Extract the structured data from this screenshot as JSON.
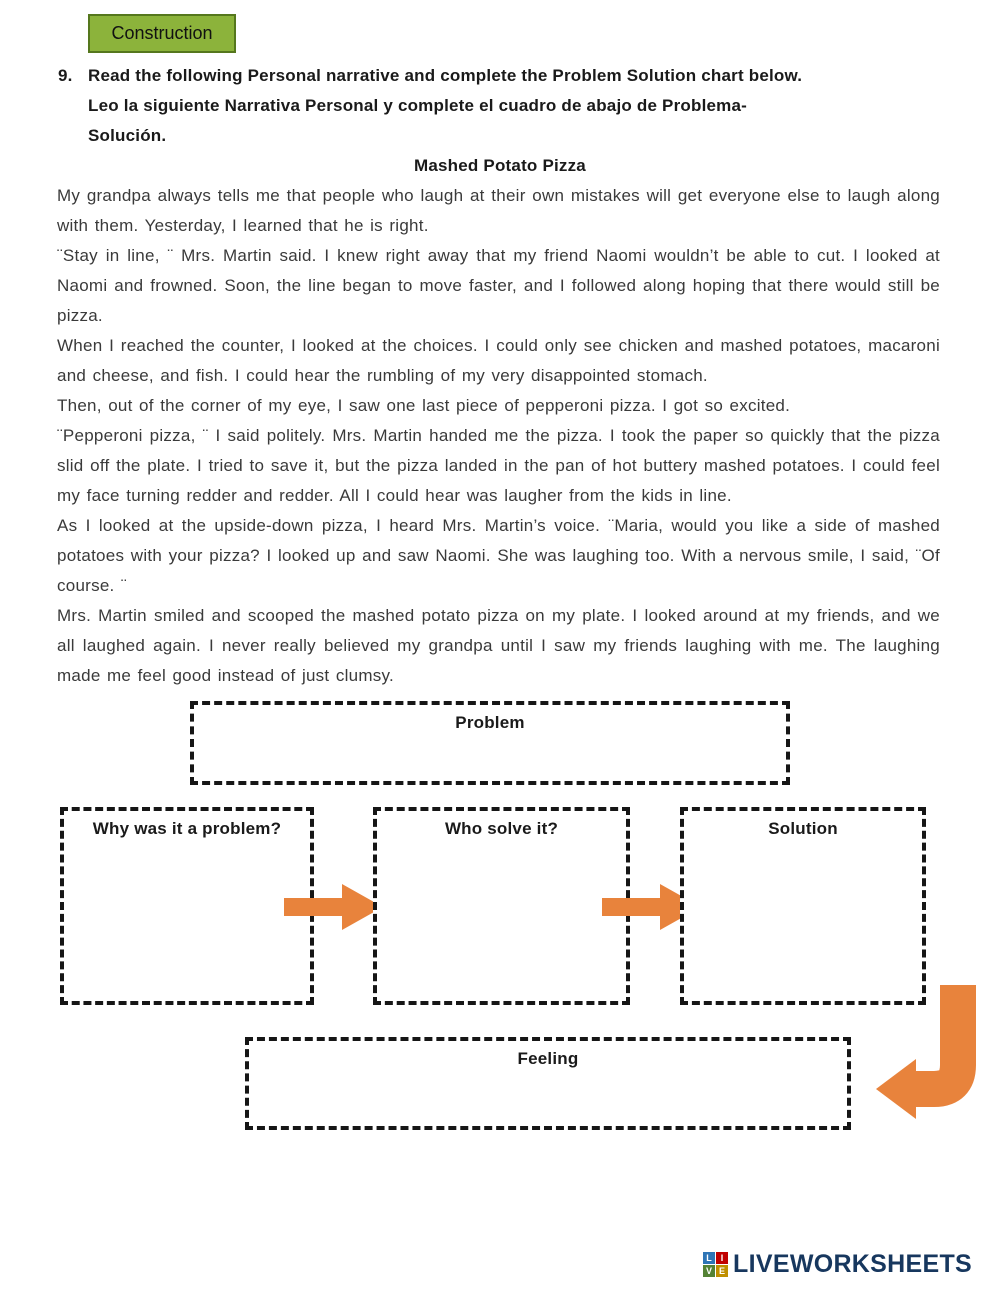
{
  "header": {
    "badge_label": "Construction",
    "item_number": "9.",
    "instruction_en": "Read the following Personal narrative and complete the Problem Solution chart below.",
    "instruction_es_line1": "Leo la siguiente Narrativa Personal y complete el cuadro de abajo de Problema-",
    "instruction_es_line2": "Solución."
  },
  "story": {
    "title": "Mashed Potato Pizza",
    "paragraphs": [
      "My grandpa always tells me that people who laugh at their own mistakes will get everyone else to laugh along with them. Yesterday, I learned that he is right.",
      "¨Stay in line, ¨ Mrs. Martin said. I knew right away that my friend Naomi wouldn’t be able to cut. I looked at Naomi and frowned. Soon, the line began to move faster, and I followed along hoping that there would still be pizza.",
      "When I reached the counter, I looked at the choices. I could only see chicken and mashed potatoes, macaroni and cheese, and fish. I could hear the rumbling of my very disappointed stomach.",
      "Then, out of the corner of my eye, I saw one last piece of pepperoni pizza. I got so excited.",
      "¨Pepperoni pizza, ¨ I said politely. Mrs. Martin handed me the pizza. I took the paper so quickly that the pizza slid off the plate. I tried to save it, but the pizza landed in the pan of hot buttery mashed potatoes. I could feel my face turning redder and redder. All I could hear was laugher from the kids in line.",
      "As I looked at the upside-down pizza, I heard Mrs. Martin’s voice. ¨Maria, would you like a side of mashed potatoes with your pizza? I looked up and saw Naomi. She was laughing too. With a nervous smile, I said, ¨Of course. ¨",
      "Mrs. Martin smiled and scooped the mashed potato pizza on my plate. I looked around at my friends, and we all laughed again. I never really believed my grandpa until I saw my friends laughing with me. The laughing made me feel good instead of just clumsy."
    ]
  },
  "chart": {
    "problem_label": "Problem",
    "why_label": "Why was it a problem?",
    "who_label": "Who solve it?",
    "solution_label": "Solution",
    "feeling_label": "Feeling",
    "arrow_between_boxes_icon": "right-block-arrow",
    "corner_arrow_icon": "down-left-elbow-arrow"
  },
  "footer": {
    "logo_text": "LIVEWORKSHEETS",
    "logo_letters": [
      "L",
      "I",
      "V",
      "E"
    ]
  },
  "colors": {
    "badge_bg": "#8CB33B",
    "badge_border": "#55771D",
    "arrow_orange": "#E8833C",
    "box_border": "#161616",
    "logo_text": "#17375E",
    "logo_blue": "#2E75B6",
    "logo_red": "#C00000",
    "logo_green": "#548235",
    "logo_yellow": "#BF8F00"
  }
}
